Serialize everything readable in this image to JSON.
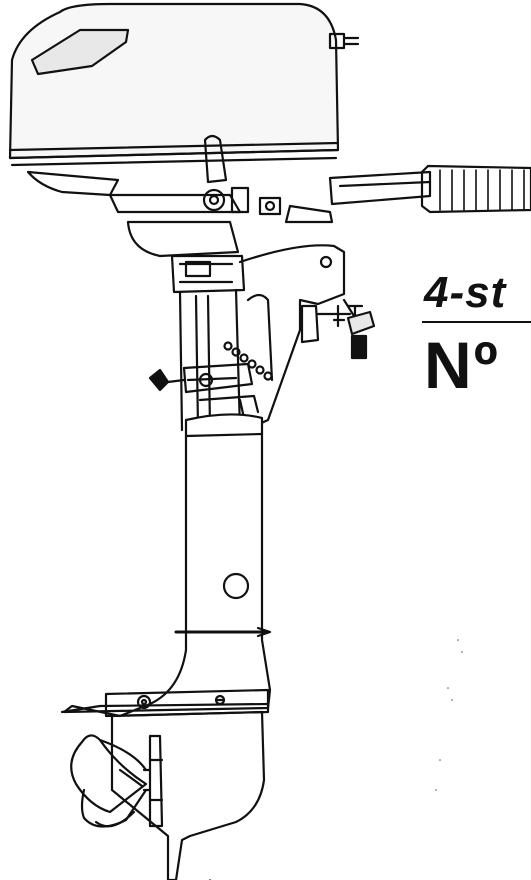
{
  "document": {
    "headline_text": "4-st",
    "model_text": "Nº"
  },
  "colors": {
    "ink": "#111111",
    "paper": "#ffffff",
    "cowling_fill": "#f7f7f7"
  },
  "illustration": {
    "subject": "outboard-motor-line-drawing"
  }
}
